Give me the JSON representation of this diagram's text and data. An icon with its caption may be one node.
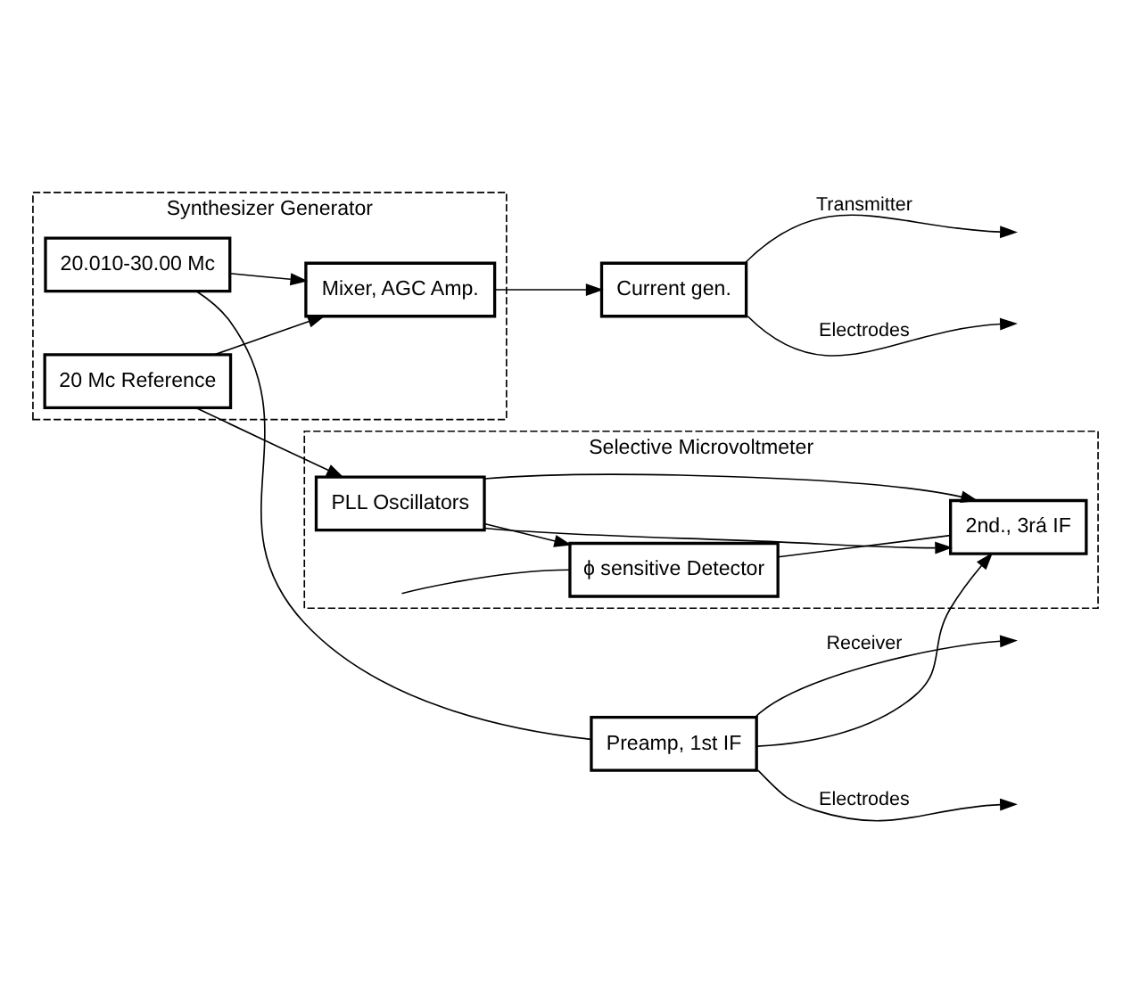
{
  "diagram": {
    "nodes": [
      {
        "text": [
          "Synthesizer Generator"
        ]
      },
      {
        "text": [
          "20 Mc Reference"
        ],
        "in": 0
      },
      {
        "text": [
          "20.010-30.00 Mc"
        ],
        "in": 0
      },
      {
        "text": [
          "Mixer, AGC Amp."
        ],
        "in": 0
      },
      {
        "text": [
          "Current gen."
        ]
      },
      {
        "text": [
          "Selective Microvoltmeter"
        ]
      },
      {
        "text": [
          "PLL Oscillators"
        ],
        "in": 5
      },
      {
        "text": [
          "ϕ sensitive Detector"
        ],
        "in": 5
      },
      {
        "text": [
          "2nd., 3rá IF"
        ],
        "in": 5
      },
      {
        "text": [
          "Preamp, 1st IF"
        ]
      }
    ],
    "edges": [
      {
        "from": 1,
        "to": 3,
        "arrow": "to"
      },
      {
        "from": 1,
        "to": 6,
        "arrow": "to"
      },
      {
        "from": 2,
        "to": 3,
        "arrow": "to"
      },
      {
        "from": 2,
        "to": 9,
        "arrow": "none"
      },
      {
        "from": 3,
        "to": 4,
        "arrow": "to"
      },
      {
        "from": 4,
        "to": null,
        "arrow": "to",
        "label": "Transmitter"
      },
      {
        "from": 4,
        "to": null,
        "arrow": "to",
        "label": "Electrodes"
      },
      {
        "from": 6,
        "to": 7,
        "arrow": "to"
      },
      {
        "from": 6,
        "to": 8,
        "arrow": "to"
      },
      {
        "from": 6,
        "to": 8,
        "arrow": "to"
      },
      {
        "from": 9,
        "to": 8,
        "arrow": "to"
      },
      {
        "from": 8,
        "to": 7,
        "arrow": "none"
      },
      {
        "from": 7,
        "to": null,
        "arrow": "none"
      },
      {
        "from": 9,
        "to": null,
        "arrow": "to",
        "label": "Receiver"
      },
      {
        "from": 9,
        "to": null,
        "arrow": "to",
        "label": "Electrodes"
      }
    ]
  }
}
